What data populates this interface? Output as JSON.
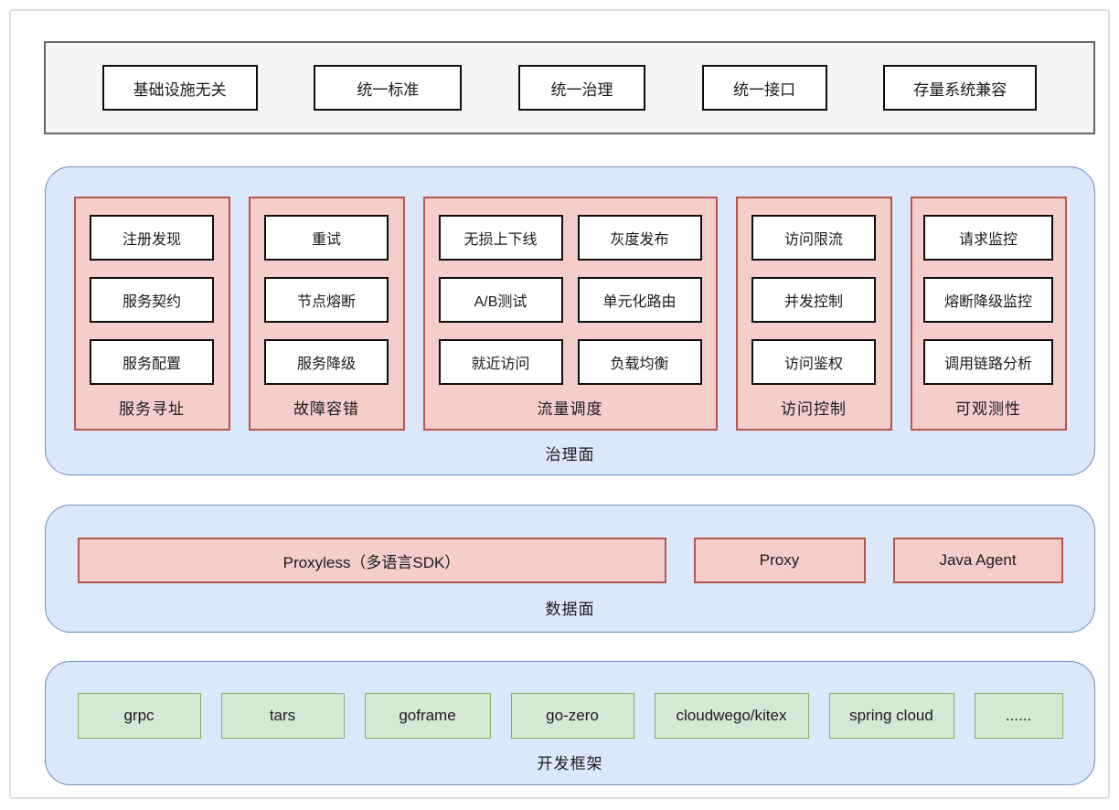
{
  "principles_bar": {
    "items": [
      "基础设施无关",
      "统一标准",
      "统一治理",
      "统一接口",
      "存量系统兼容"
    ]
  },
  "governance_plane": {
    "label": "治理面",
    "groups": [
      {
        "label": "服务寻址",
        "items": [
          "注册发现",
          "服务契约",
          "服务配置"
        ]
      },
      {
        "label": "故障容错",
        "items": [
          "重试",
          "节点熔断",
          "服务降级"
        ]
      },
      {
        "label": "流量调度",
        "items": [
          "无损上下线",
          "灰度发布",
          "A/B测试",
          "单元化路由",
          "就近访问",
          "负载均衡"
        ]
      },
      {
        "label": "访问控制",
        "items": [
          "访问限流",
          "并发控制",
          "访问鉴权"
        ]
      },
      {
        "label": "可观测性",
        "items": [
          "请求监控",
          "熔断降级监控",
          "调用链路分析"
        ]
      }
    ]
  },
  "data_plane": {
    "label": "数据面",
    "items": [
      "Proxyless（多语言SDK）",
      "Proxy",
      "Java Agent"
    ]
  },
  "framework_layer": {
    "label": "开发框架",
    "items": [
      "grpc",
      "tars",
      "goframe",
      "go-zero",
      "cloudwego/kitex",
      "spring cloud",
      "......"
    ]
  },
  "colors": {
    "plane-fill": "#dbe8fb",
    "plane-border": "#6c8ebf",
    "pink-fill": "#f5cdcb",
    "pink-border": "#b85450",
    "green-fill": "#d5e8d4",
    "green-border": "#82b366",
    "bar-fill": "#f5f5f5",
    "bar-border": "#666666",
    "box-fill": "#ffffff",
    "box-border": "#0d0d0d"
  }
}
